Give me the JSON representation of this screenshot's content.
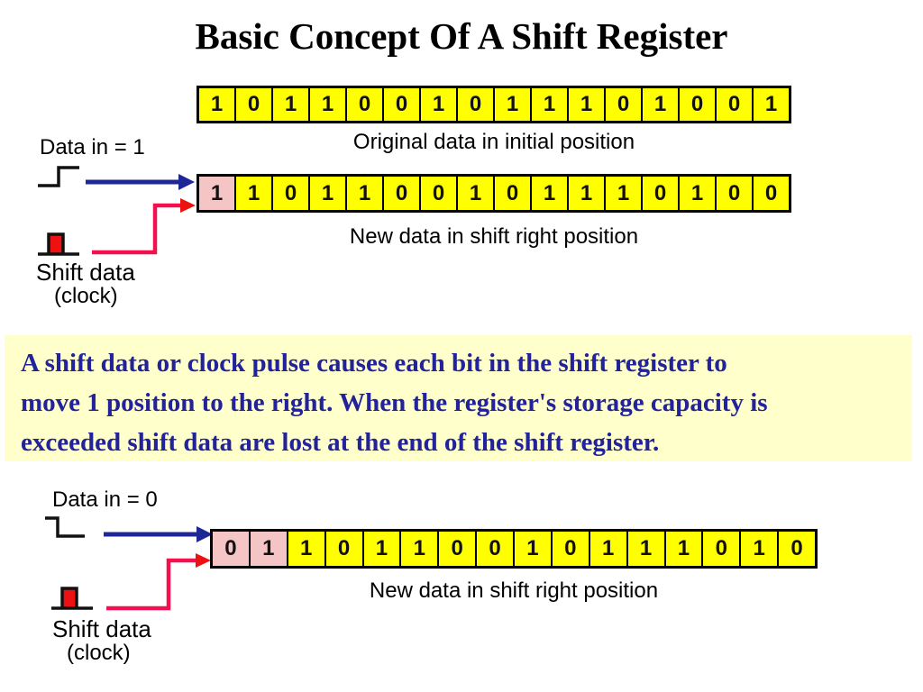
{
  "slide": {
    "title": "Basic Concept Of A Shift Register"
  },
  "registers": {
    "initial": {
      "bits": [
        "1",
        "0",
        "1",
        "1",
        "0",
        "0",
        "1",
        "0",
        "1",
        "1",
        "1",
        "0",
        "1",
        "0",
        "0",
        "1"
      ],
      "highlight_count": 0,
      "caption": "Original data in initial position"
    },
    "shift1": {
      "bits": [
        "1",
        "1",
        "0",
        "1",
        "1",
        "0",
        "0",
        "1",
        "0",
        "1",
        "1",
        "1",
        "0",
        "1",
        "0",
        "0"
      ],
      "highlight_count": 1,
      "caption": "New data in shift right position"
    },
    "shift2": {
      "bits": [
        "0",
        "1",
        "1",
        "0",
        "1",
        "1",
        "0",
        "0",
        "1",
        "0",
        "1",
        "1",
        "1",
        "0",
        "1",
        "0"
      ],
      "highlight_count": 2,
      "caption": "New data in shift right position"
    }
  },
  "diagram1": {
    "data_in_label": "Data in = 1",
    "shift_data_label": "Shift data",
    "clock_label": "(clock)"
  },
  "diagram2": {
    "data_in_label": "Data in = 0",
    "shift_data_label": "Shift data",
    "clock_label": "(clock)"
  },
  "info_box": {
    "lines": [
      "A shift data or clock pulse causes each bit in the shift register to",
      "move 1 position to the right. When the register's storage capacity is",
      "exceeded shift data are lost at the end of the shift register."
    ]
  },
  "colors": {
    "cell_yellow": "#ffff00",
    "cell_highlight_pink": "#f5c5c5",
    "info_box_bg": "#ffffcc",
    "info_text_navy": "#22229a",
    "arrow_blue": "#1e2796",
    "arrow_line_red": "#f2104e",
    "pulse_red": "#ee1111",
    "waveform_black": "#111111"
  }
}
